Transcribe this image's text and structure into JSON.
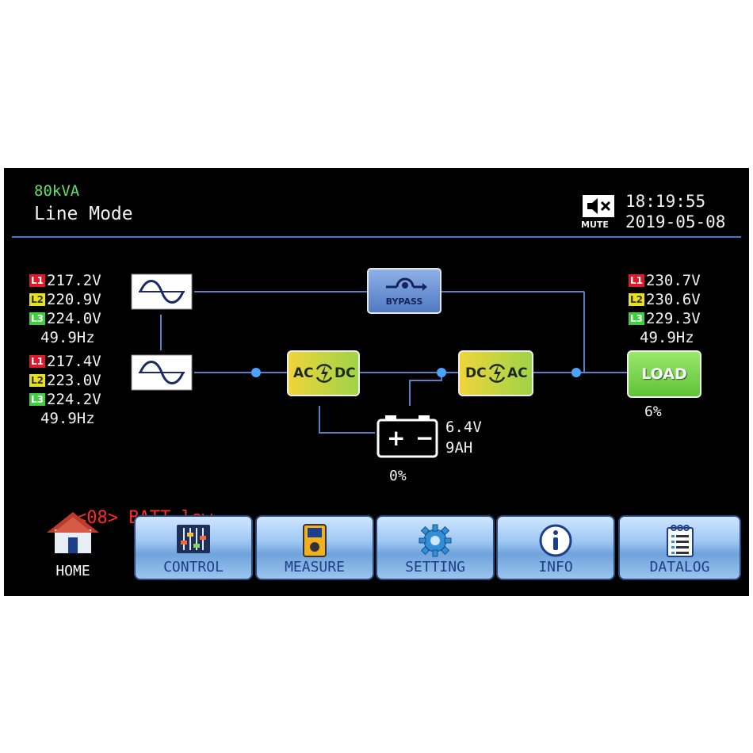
{
  "header": {
    "rating": "80kVA",
    "mode": "Line Mode",
    "mute_label": "MUTE",
    "time": "18:19:55",
    "date": "2019-05-08"
  },
  "input_main": {
    "l1_tag": "L1",
    "l1": "217.2V",
    "l2_tag": "L2",
    "l2": "220.9V",
    "l3_tag": "L3",
    "l3": "224.0V",
    "freq": "49.9Hz"
  },
  "input_bypass": {
    "l1_tag": "L1",
    "l1": "217.4V",
    "l2_tag": "L2",
    "l2": "223.0V",
    "l3_tag": "L3",
    "l3": "224.2V",
    "freq": "49.9Hz"
  },
  "output": {
    "l1_tag": "L1",
    "l1": "230.7V",
    "l2_tag": "L2",
    "l2": "230.6V",
    "l3_tag": "L3",
    "l3": "229.3V",
    "freq": "49.9Hz",
    "load_label": "LOAD",
    "load_percent": "6%"
  },
  "blocks": {
    "bypass_label": "BYPASS",
    "rectifier_left": "AC",
    "rectifier_right": "DC",
    "inverter_left": "DC",
    "inverter_right": "AC"
  },
  "battery": {
    "plus": "+",
    "minus": "−",
    "voltage": "6.4V",
    "capacity": "9AH",
    "percent": "0%"
  },
  "alarm": {
    "code": "<08>",
    "message": "BATT low"
  },
  "nav": {
    "home": "HOME",
    "control": "CONTROL",
    "measure": "MEASURE",
    "setting": "SETTING",
    "info": "INFO",
    "datalog": "DATALOG"
  },
  "colors": {
    "background": "#000000",
    "header_rule": "#4a78c8",
    "flow_line": "#5a7fc8",
    "node": "#4aa3ff",
    "block_yellow_green": "#c7d63a",
    "load_green": "#7ad640",
    "bypass_blue": "#5e86c9",
    "alarm_red": "#ff2a2a",
    "rating_green": "#5fe35f"
  },
  "icons": [
    "mute-icon",
    "sine-wave-icon",
    "bypass-icon",
    "conversion-icon",
    "battery-icon",
    "home-icon",
    "control-sliders-icon",
    "measure-meter-icon",
    "setting-gear-icon",
    "info-icon",
    "datalog-icon"
  ]
}
